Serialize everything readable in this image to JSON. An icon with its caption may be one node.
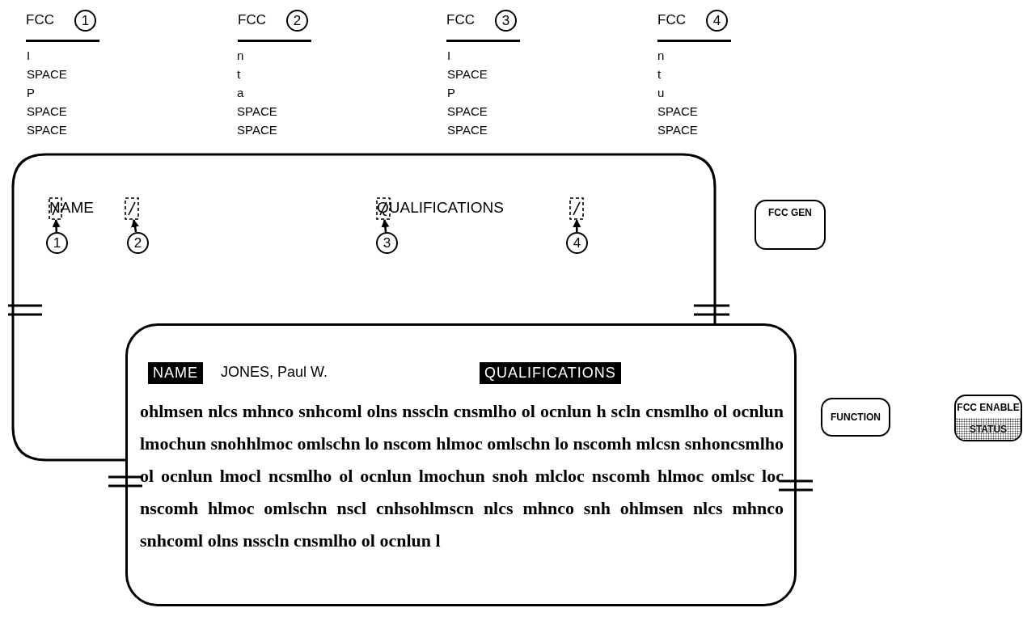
{
  "diagram": {
    "nodes": [
      {
        "text": [
          "NAME",
          "QUALIFICATIONS"
        ]
      },
      {
        "text": [],
        "shape": "box",
        "in": 0
      },
      {
        "text": [],
        "shape": "box",
        "in": 0
      },
      {
        "text": [],
        "shape": "box",
        "in": 0
      },
      {
        "text": [],
        "shape": "box",
        "in": 0
      },
      {
        "text": [
          "1"
        ],
        "in": 0
      },
      {
        "text": [
          "2"
        ],
        "in": 0
      },
      {
        "text": [
          "3"
        ],
        "in": 0
      },
      {
        "text": [
          "4"
        ],
        "in": 0
      },
      {
        "text": [
          "NAME",
          "JONES, Paul W.",
          "QUALIFICATIONS",
          "ohlmsen nlcs mhnco snhcoml olns nsscln cnsmlho ol ocnlun h scln cnsmlho ol ocnlun lmochun snohhlmoc omlschn lo nscom hlmoc omlschn lo nscomh mlcsn snhoncsmlho ol ocnlun lmocl ncsmlho ol ocnlun lmochun snoh mlcloc nscomh hlmoc omlsc loc nscomh hlmoc omlschn nscl cnhsohlmscn nlcs mhnco snh ohlmsen nlcs mhnco snhcoml olns nsscln cnsmlho ol ocnlun l"
        ]
      },
      {
        "text": [
          "1"
        ],
        "beside": [
          "FCC"
        ]
      },
      {
        "text": [
          "2"
        ],
        "beside": [
          "FCC"
        ]
      },
      {
        "text": [
          "3"
        ],
        "beside": [
          "FCC"
        ]
      },
      {
        "text": [
          "4"
        ],
        "beside": [
          "FCC"
        ]
      },
      {
        "text": [
          "FCC GEN"
        ]
      },
      {
        "text": [
          "FUNCTION"
        ]
      },
      {
        "text": [
          "FCC ENABLE",
          "STATUS"
        ]
      }
    ],
    "edges": [
      {
        "from": 5,
        "to": 1,
        "arrow": "to"
      },
      {
        "from": 6,
        "to": 2,
        "arrow": "to"
      },
      {
        "from": 7,
        "to": 3,
        "arrow": "to"
      },
      {
        "from": 8,
        "to": 4,
        "arrow": "to"
      }
    ],
    "labels": [
      "I",
      "SPACE",
      "P",
      "SPACE",
      "SPACE",
      "n",
      "t",
      "a",
      "SPACE",
      "SPACE",
      "I",
      "SPACE",
      "P",
      "SPACE",
      "SPACE",
      "n",
      "t",
      "u",
      "SPACE",
      "SPACE"
    ]
  }
}
